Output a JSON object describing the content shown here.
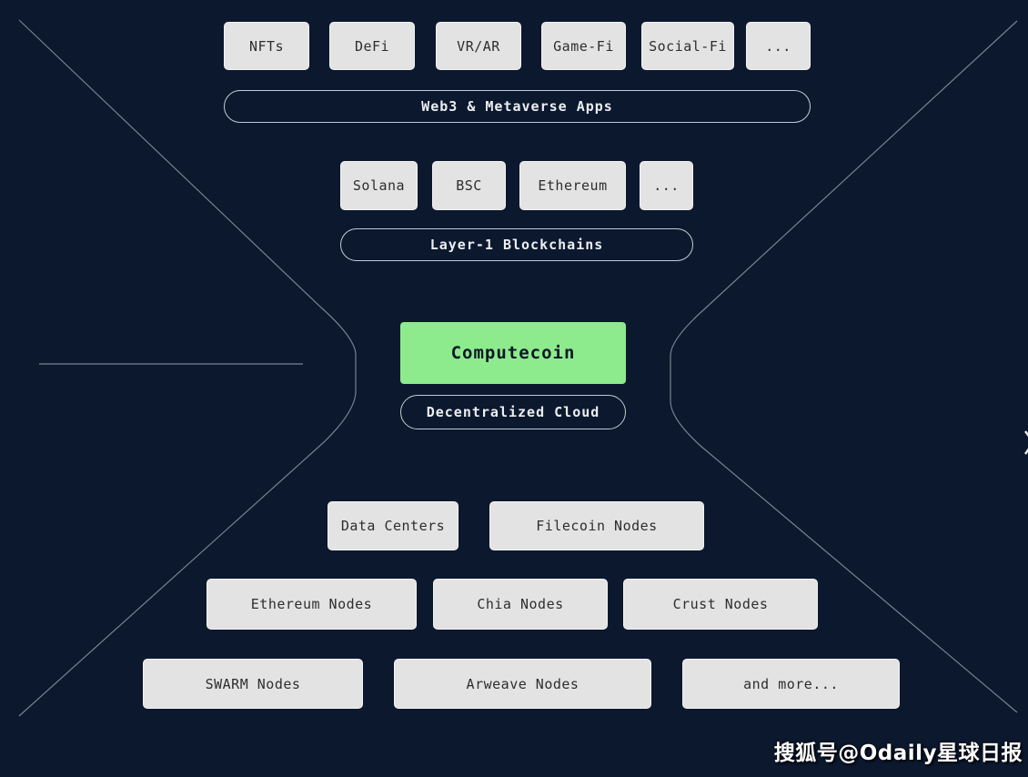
{
  "colors": {
    "background": "#0b182e",
    "box_fill": "#e3e3e3",
    "box_text": "#2e2e2e",
    "pill_border": "#c3c9d2",
    "pill_text": "#eceef1",
    "core_fill": "#8deb8d",
    "core_text": "#0d1726",
    "line": "#959ca7",
    "watermark_text": "#ffffff"
  },
  "apps": {
    "boxes": [
      "NFTs",
      "DeFi",
      "VR/AR",
      "Game-Fi",
      "Social-Fi",
      "..."
    ],
    "pill": "Web3 & Metaverse Apps"
  },
  "chains": {
    "boxes": [
      "Solana",
      "BSC",
      "Ethereum",
      "..."
    ],
    "pill": "Layer-1 Blockchains"
  },
  "core": {
    "box": "Computecoin",
    "pill": "Decentralized Cloud"
  },
  "infra": {
    "row1": [
      "Data Centers",
      "Filecoin Nodes"
    ],
    "row2": [
      "Ethereum Nodes",
      "Chia Nodes",
      "Crust Nodes"
    ],
    "row3": [
      "SWARM Nodes",
      "Arweave Nodes",
      "and more..."
    ]
  },
  "watermark": "搜狐号@Odaily星球日报"
}
